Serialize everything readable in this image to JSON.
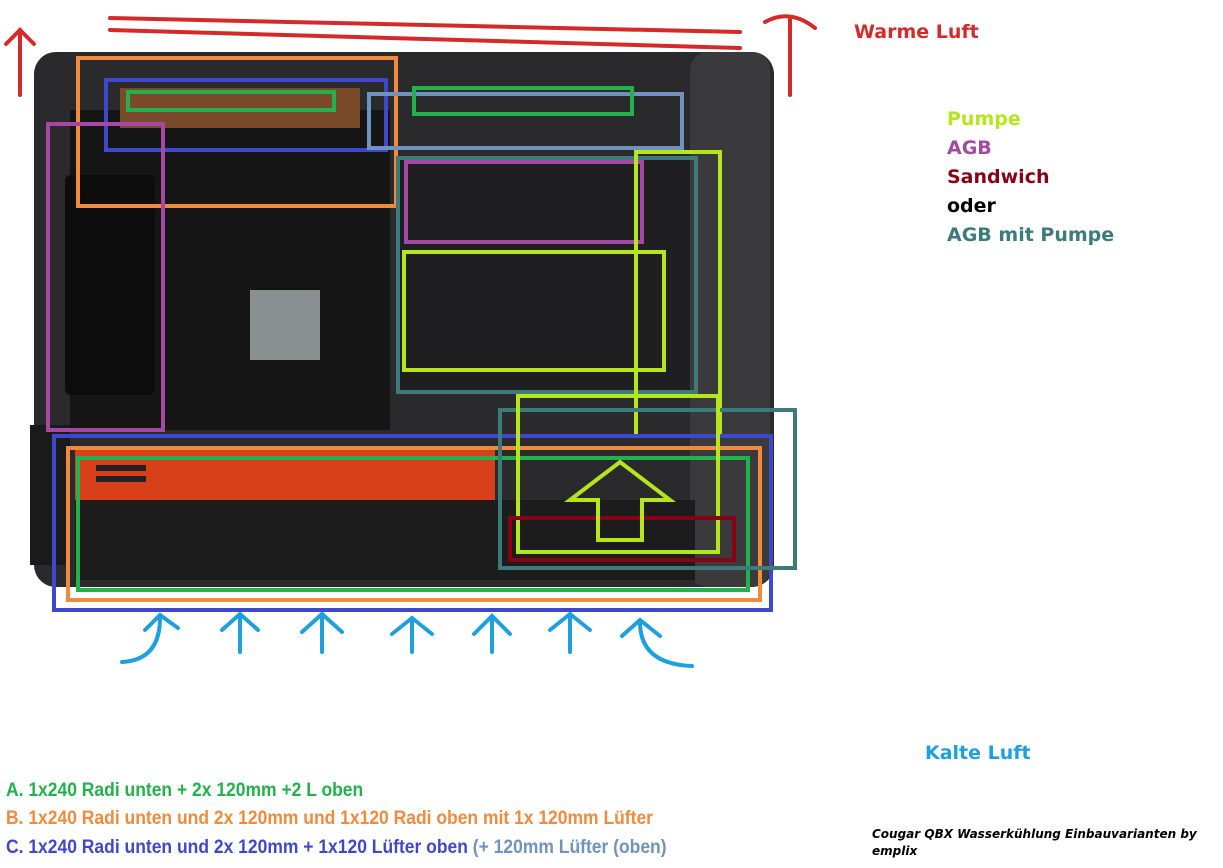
{
  "labels": {
    "warm_air": "Warme Luft",
    "cold_air": "Kalte Luft",
    "pump": "Pumpe",
    "reservoir": "AGB",
    "sandwich": "Sandwich",
    "or": "oder",
    "reservoir_with_pump": "AGB mit Pumpe"
  },
  "legend": {
    "a": "A. 1x240 Radi unten + 2x 120mm +2 L  oben",
    "b": "B. 1x240 Radi unten und 2x 120mm und 1x120 Radi oben mit 1x 120mm Lüfter",
    "c": "C. 1x240 Radi unten und 2x 120mm + 1x120 Lüfter oben",
    "c_extra": "(+ 120mm Lüfter (oben)"
  },
  "credit": "Cougar QBX Wasserkühlung Einbauvarianten by emplix",
  "colors": {
    "green": "#22b14c",
    "orange": "#f08a3c",
    "blue": "#3f48cc",
    "purple": "#a349a4",
    "steel_blue": "#7092be",
    "lime": "#b5e61d",
    "dark_red": "#880015",
    "teal": "#3d7b7b",
    "warm_red": "#d42a2a",
    "cold_blue": "#1ea0e0"
  }
}
